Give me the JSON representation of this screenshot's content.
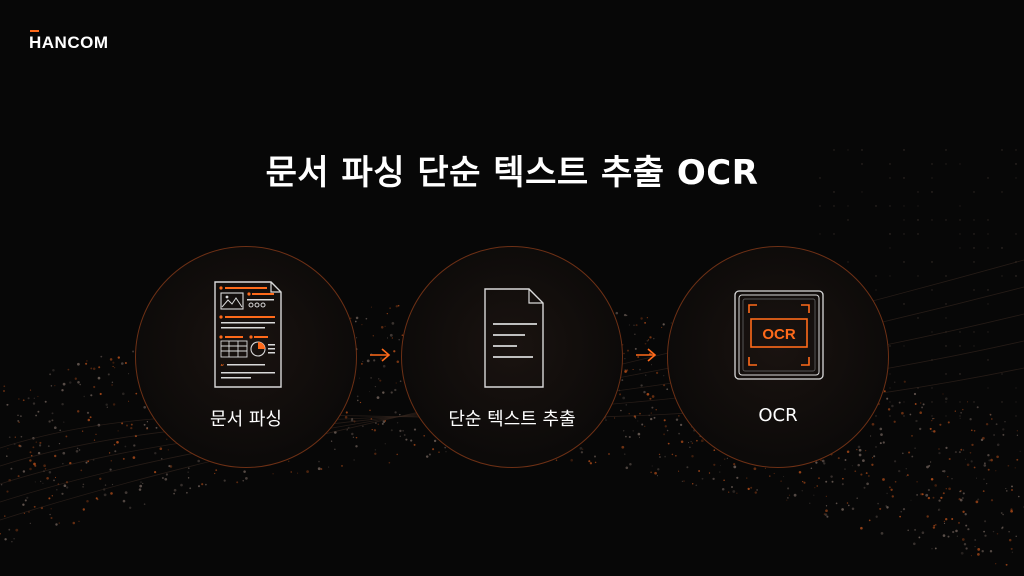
{
  "brand": {
    "logo": "HANCOM",
    "accent": "#ff6a1a"
  },
  "title": "문서 파싱 단순 텍스트 추출 OCR",
  "steps": [
    {
      "label": "문서 파싱",
      "icon": "document-layout-icon"
    },
    {
      "label": "단순 텍스트 추출",
      "icon": "text-document-icon"
    },
    {
      "label": "OCR",
      "icon": "ocr-scan-icon",
      "badge": "OCR"
    }
  ],
  "colors": {
    "background": "#070707",
    "circle_border": "#6d3015",
    "accent": "#ff6a1a"
  }
}
